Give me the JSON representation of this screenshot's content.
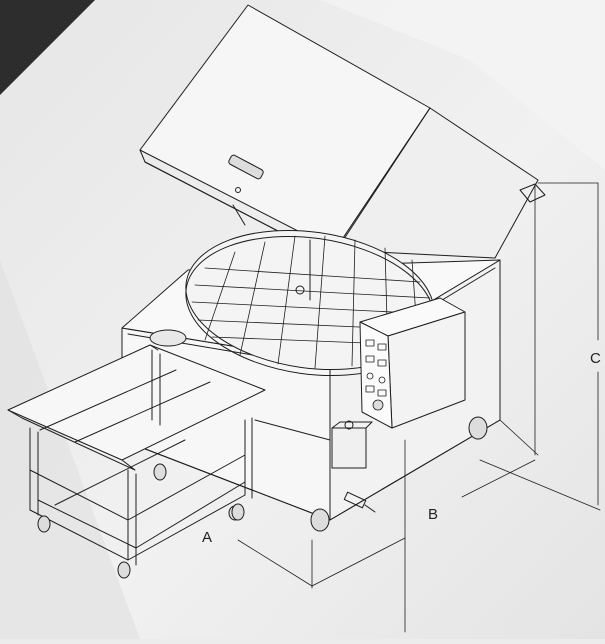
{
  "dimension_labels": {
    "a": "A",
    "b": "B",
    "c": "C"
  },
  "colors": {
    "background": "#ececec",
    "corner_band": "#2d2d2d",
    "line": "#1e1e1e",
    "panel_fill": "#f7f7f7"
  }
}
